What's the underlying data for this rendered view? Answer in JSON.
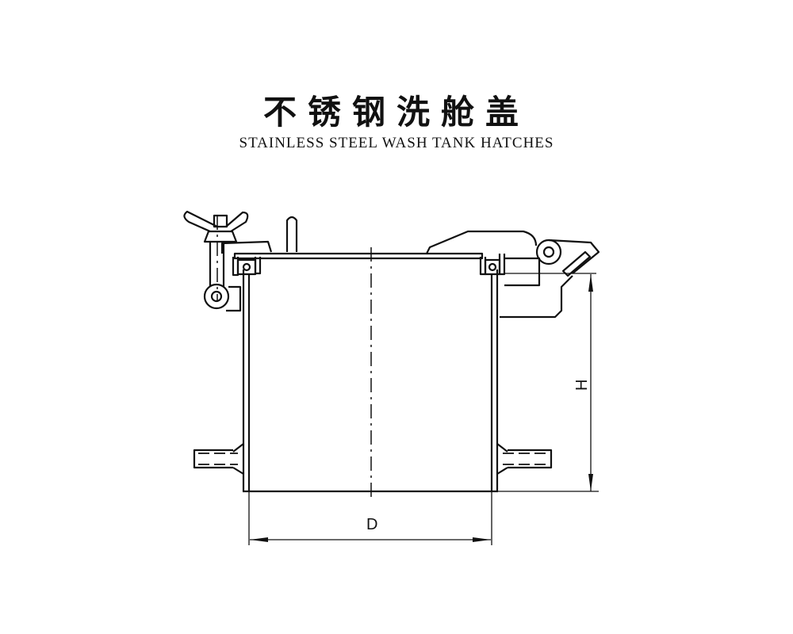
{
  "header": {
    "title_cn": "不锈钢洗舱盖",
    "title_en": "STAINLESS STEEL WASH TANK HATCHES"
  },
  "drawing": {
    "dimension_diameter_label": "D",
    "dimension_height_label": "H"
  }
}
